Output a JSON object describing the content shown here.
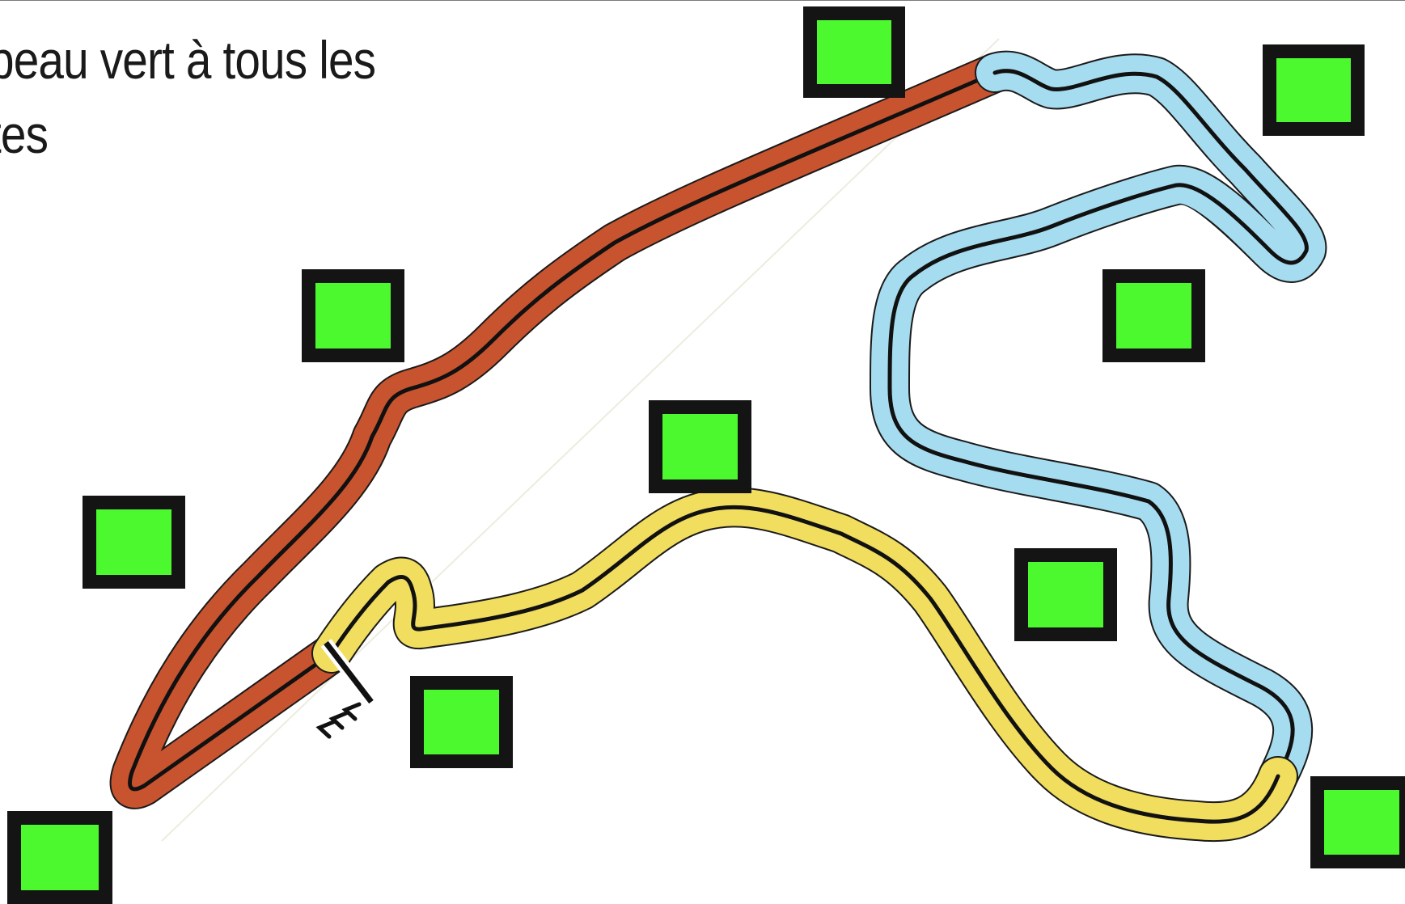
{
  "slide": {
    "title_lines": [
      "peau vert à tous les",
      "tes"
    ]
  },
  "track": {
    "sectors": [
      {
        "id": "sector-1",
        "color": "#c8532f"
      },
      {
        "id": "sector-2",
        "color": "#a6dcef"
      },
      {
        "id": "sector-3",
        "color": "#f1dd5e"
      }
    ],
    "racing_line_color": "#111111",
    "start_finish": true,
    "direction_marker": "<<<"
  },
  "flags": {
    "count": 10,
    "color": "#4cf82e",
    "border_color": "#141414",
    "icon": "green-flag-square"
  }
}
